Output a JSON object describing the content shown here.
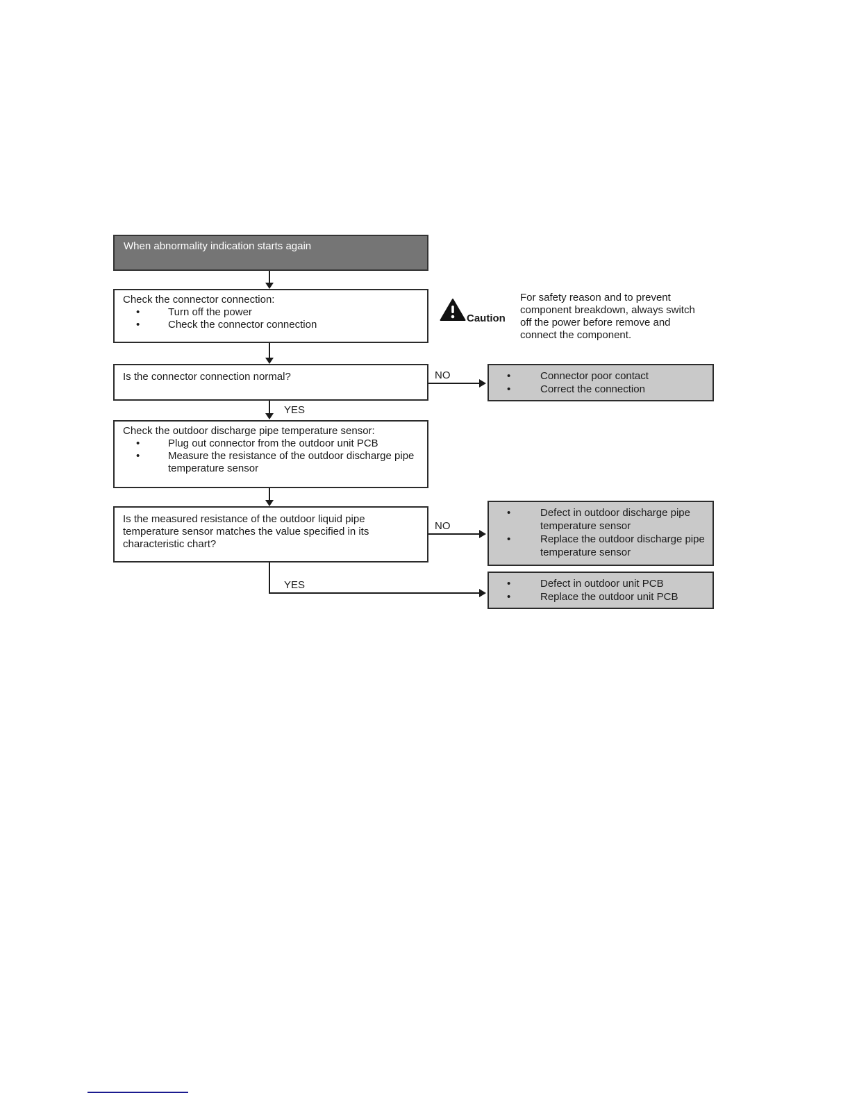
{
  "colors": {
    "start_box_bg": "#757575",
    "result_box_bg": "#c9c9c9",
    "line_color": "#1a1a1a",
    "footer_line_color": "#1b1b8f"
  },
  "flowchart": {
    "start": {
      "text": "When abnormality indication starts again"
    },
    "step_check_connector": {
      "title": "Check the connector connection:",
      "bullets": [
        "Turn off the power",
        "Check the connector connection"
      ]
    },
    "decision_connector_normal": {
      "text": "Is the connector connection normal?"
    },
    "step_check_sensor": {
      "title": "Check the outdoor discharge pipe temperature sensor:",
      "bullets": [
        "Plug out connector from the outdoor unit PCB",
        "Measure the resistance of the outdoor discharge pipe temperature sensor"
      ]
    },
    "decision_resistance_match": {
      "text": "Is the measured resistance of the outdoor liquid pipe temperature sensor matches the value specified in its characteristic chart?"
    },
    "result_connector": {
      "bullets": [
        "Connector poor contact",
        "Correct the connection"
      ]
    },
    "result_sensor": {
      "bullets": [
        "Defect in outdoor discharge pipe temperature sensor",
        "Replace the outdoor discharge pipe temperature sensor"
      ]
    },
    "result_pcb": {
      "bullets": [
        "Defect in outdoor unit PCB",
        "Replace the outdoor unit PCB"
      ]
    },
    "branch_labels": {
      "no1": "NO",
      "yes1": "YES",
      "no2": "NO",
      "yes2": "YES"
    }
  },
  "caution": {
    "label": "Caution",
    "text": "For safety reason and to prevent component breakdown, always switch off the power before remove and connect the component."
  }
}
